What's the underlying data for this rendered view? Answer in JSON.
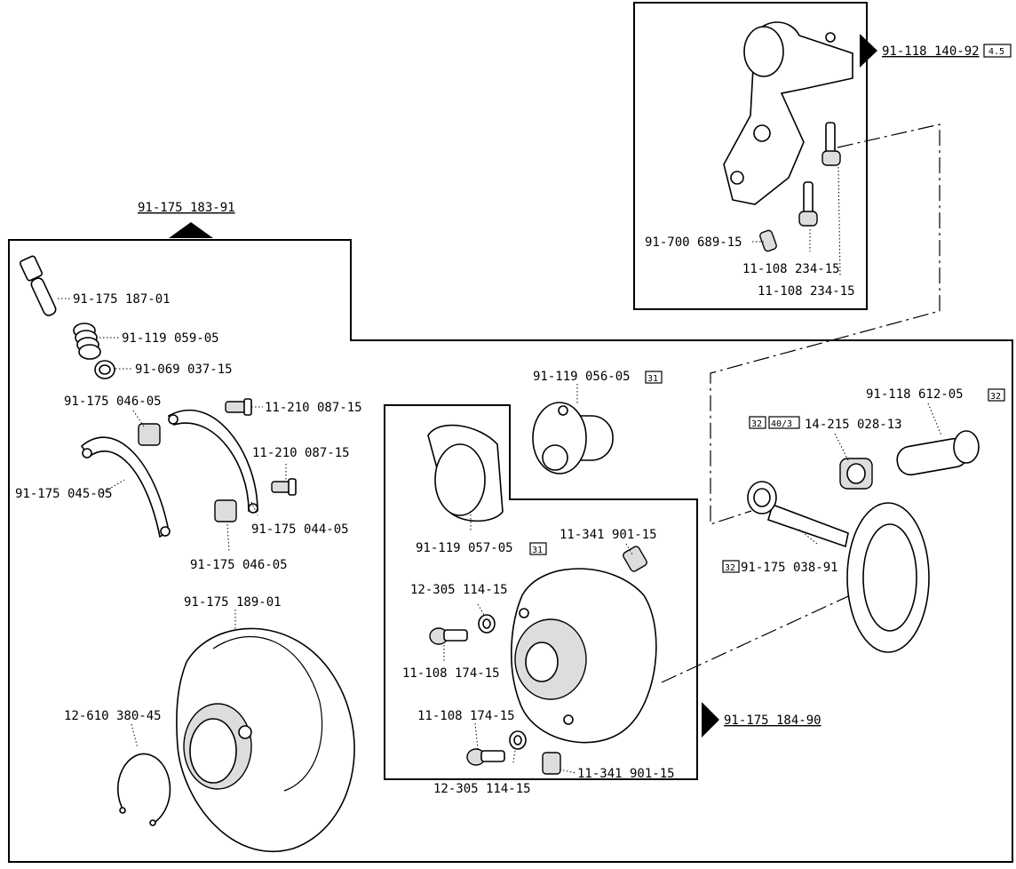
{
  "assemblies": {
    "left": "91-175 183-91",
    "top_right": "91-118 140-92",
    "mid": "91-175 184-90"
  },
  "badges": {
    "top_right": "4.5",
    "b31": "31",
    "b32": "32",
    "b40": "40/3"
  },
  "parts": {
    "p187": "91-175 187-01",
    "p059": "91-119 059-05",
    "p037": "91-069 037-15",
    "p046a": "91-175 046-05",
    "p087a": "11-210 087-15",
    "p087b": "11-210 087-15",
    "p045": "91-175 045-05",
    "p044": "91-175 044-05",
    "p046b": "91-175 046-05",
    "p189": "91-175 189-01",
    "p380": "12-610 380-45",
    "p056": "91-119 056-05",
    "p057": "91-119 057-05",
    "p901a": "11-341 901-15",
    "p114a": "12-305 114-15",
    "p174a": "11-108 174-15",
    "p174b": "11-108 174-15",
    "p114b": "12-305 114-15",
    "p901b": "11-341 901-15",
    "p612": "91-118 612-05",
    "p028": "14-215 028-13",
    "p038": "91-175 038-91",
    "p689": "91-700 689-15",
    "p234a": "11-108 234-15",
    "p234b": "11-108 234-15"
  }
}
